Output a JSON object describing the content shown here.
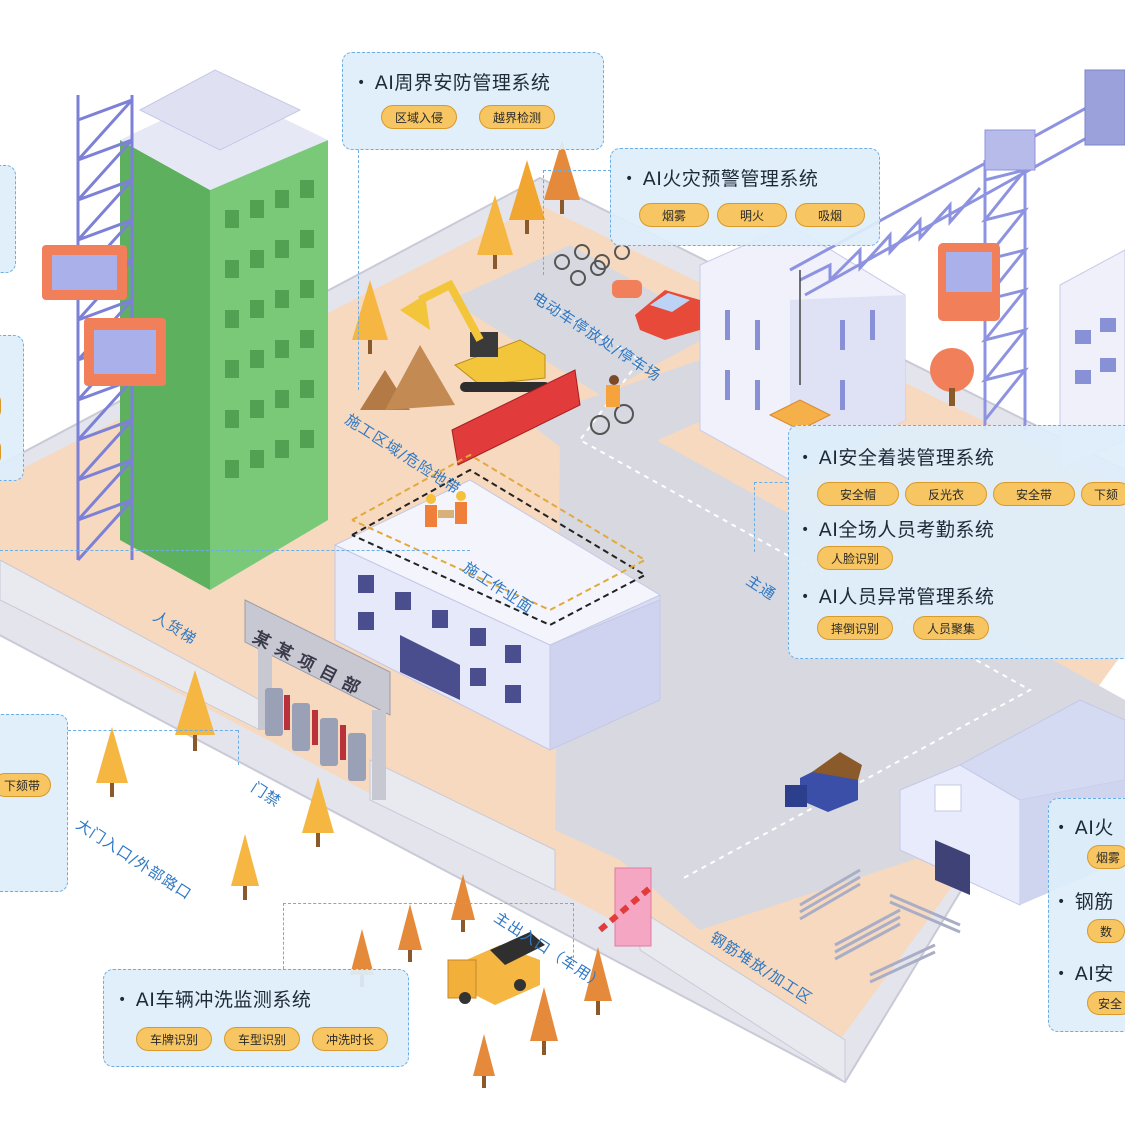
{
  "colors": {
    "panel_bg": "#deeefa",
    "panel_border": "#69aee6",
    "tag_bg": "#f7c561",
    "label_blue": "#2f78c4",
    "tower": "#6cc36c",
    "ground": "#f5d7bb",
    "road": "#d5d6dd"
  },
  "panels": {
    "perimeter": {
      "title": "AI周界安防管理系统",
      "tags": [
        "区域入侵",
        "越界检测"
      ]
    },
    "fire": {
      "title": "AI火灾预警管理系统",
      "tags": [
        "烟雾",
        "明火",
        "吸烟"
      ]
    },
    "safety_wear": {
      "title": "AI安全着装管理系统",
      "tags": [
        "安全帽",
        "反光衣",
        "安全带",
        "下颏"
      ]
    },
    "attendance": {
      "title": "AI全场人员考勤系统",
      "tags": [
        "人脸识别"
      ]
    },
    "abnormal": {
      "title": "AI人员异常管理系统",
      "tags": [
        "摔倒识别",
        "人员聚集"
      ]
    },
    "vehicle_wash": {
      "title": "AI车辆冲洗监测系统",
      "tags": [
        "车牌识别",
        "车型识别",
        "冲洗时长"
      ]
    },
    "left_partial": {
      "tags": [
        "下颏带"
      ]
    },
    "right_partial": {
      "titles": [
        "AI火",
        "钢筋",
        "AI安"
      ],
      "tags": [
        "烟雾",
        "数",
        "安全"
      ]
    }
  },
  "zones": {
    "ev_parking": "电动车停放处/停车场",
    "construction_area": "施工区域/危险地带",
    "work_face": "施工作业面",
    "hoist": "人货梯",
    "main_road": "主通",
    "gate_access": "门禁",
    "main_entrance": "大门入口/外部路口",
    "main_exit": "主出入口（车用）",
    "rebar_area": "钢筋堆放/加工区",
    "gate_sign": "某某项目部"
  }
}
